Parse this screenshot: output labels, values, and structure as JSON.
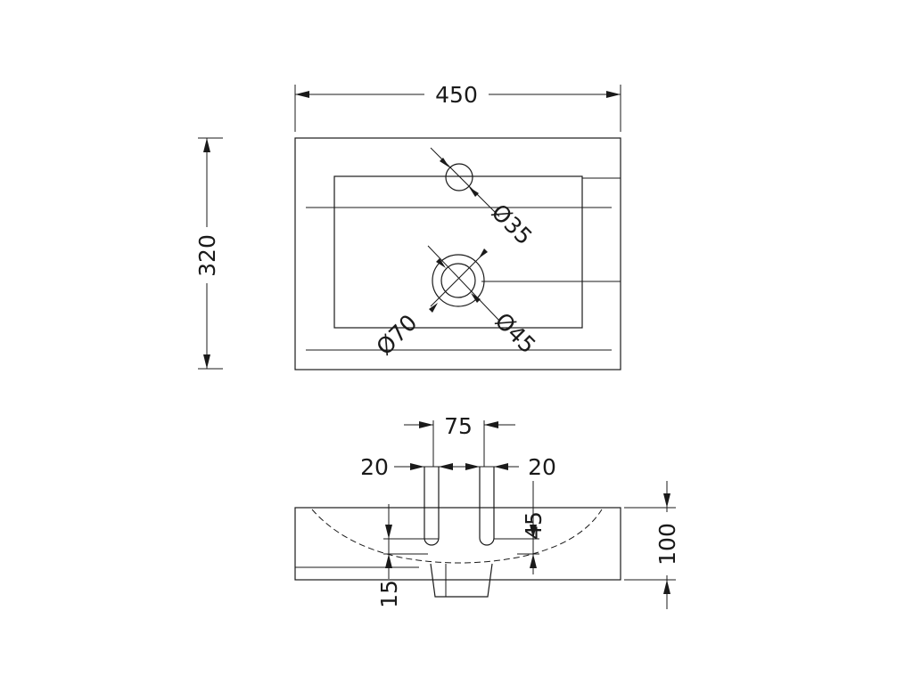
{
  "diagram": {
    "stroke_color": "#1a1a1a",
    "background_color": "#ffffff",
    "top_view": {
      "width_label": "450",
      "depth_label": "320",
      "tap_hole_label": "Ø35",
      "waste_outer_label": "Ø70",
      "waste_inner_label": "Ø45"
    },
    "side_view": {
      "tap_spacing_label": "75",
      "left_offset_label": "20",
      "right_offset_label": "20",
      "overflow_height_label": "45",
      "total_height_label": "100",
      "base_thickness_label": "15"
    }
  }
}
